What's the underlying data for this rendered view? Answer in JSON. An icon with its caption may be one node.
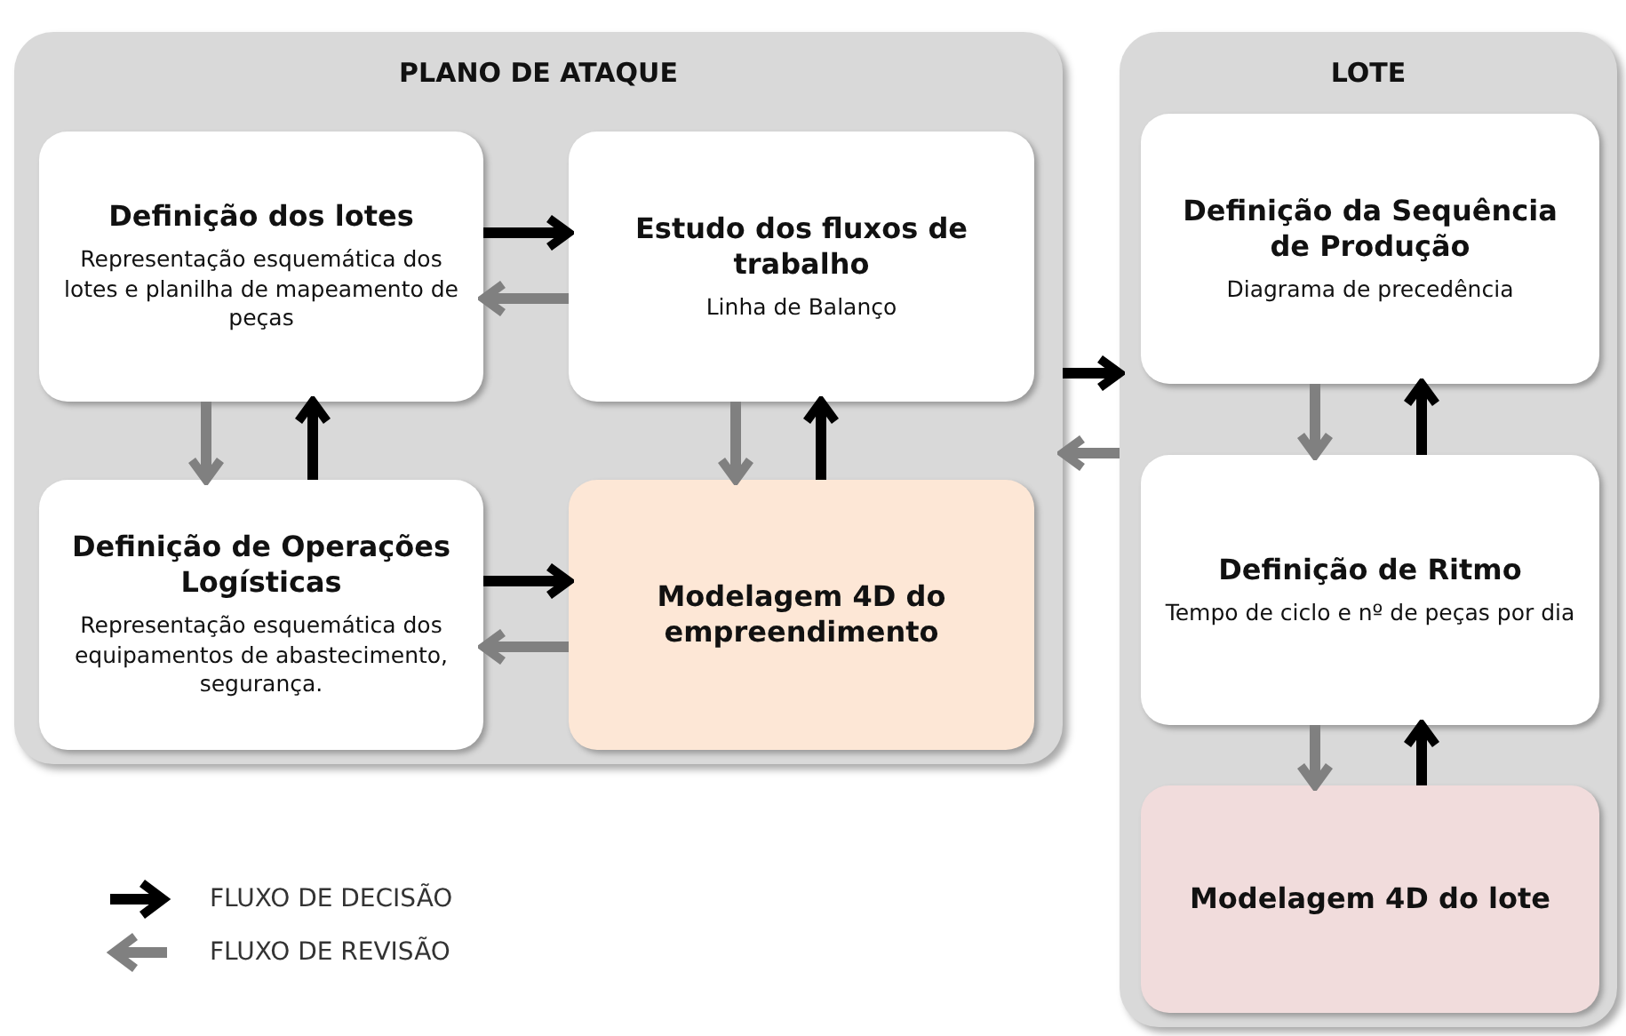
{
  "diagram": {
    "nodes": [
      {
        "text": [
          "PLANO DE ATAQUE"
        ]
      },
      {
        "text": [
          "Definição dos lotes",
          "Representação esquemática dos lotes e planilha de mapeamento de peças"
        ],
        "in": 0
      },
      {
        "text": [
          "Estudo dos fluxos de trabalho",
          "Linha de Balanço"
        ],
        "in": 0
      },
      {
        "text": [
          "Definição de Operações Logísticas",
          "Representação esquemática dos equipamentos de abastecimento, segurança."
        ],
        "in": 0
      },
      {
        "text": [
          "Modelagem 4D do empreendimento"
        ],
        "in": 0
      },
      {
        "text": [
          "LOTE"
        ]
      },
      {
        "text": [
          "Definição da Sequência de Produção",
          "Diagrama de precedência"
        ],
        "in": 5
      },
      {
        "text": [
          "Definição de Ritmo",
          "Tempo de ciclo e nº de peças por dia"
        ],
        "in": 5
      },
      {
        "text": [
          "Modelagem 4D do lote"
        ],
        "in": 5
      }
    ],
    "edges": [
      {
        "from": 1,
        "to": 2,
        "arrow": "to"
      },
      {
        "from": 2,
        "to": 1,
        "arrow": "to",
        "color": "#808080"
      },
      {
        "from": 1,
        "to": 3,
        "arrow": "to",
        "color": "#808080"
      },
      {
        "from": 3,
        "to": 1,
        "arrow": "to"
      },
      {
        "from": 3,
        "to": 4,
        "arrow": "to"
      },
      {
        "from": 4,
        "to": 3,
        "arrow": "to",
        "color": "#808080"
      },
      {
        "from": 2,
        "to": 4,
        "arrow": "to",
        "color": "#808080"
      },
      {
        "from": 4,
        "to": 2,
        "arrow": "to"
      },
      {
        "from": 0,
        "to": 5,
        "arrow": "to"
      },
      {
        "from": 5,
        "to": 0,
        "arrow": "to",
        "color": "#808080"
      },
      {
        "from": 6,
        "to": 7,
        "arrow": "to",
        "color": "#808080"
      },
      {
        "from": 7,
        "to": 6,
        "arrow": "to"
      },
      {
        "from": 7,
        "to": 8,
        "arrow": "to",
        "color": "#808080"
      },
      {
        "from": 8,
        "to": 7,
        "arrow": "to"
      }
    ],
    "legend": [
      {
        "text": "FLUXO DE DECISÃO"
      },
      {
        "text": "FLUXO DE REVISÃO"
      }
    ]
  }
}
